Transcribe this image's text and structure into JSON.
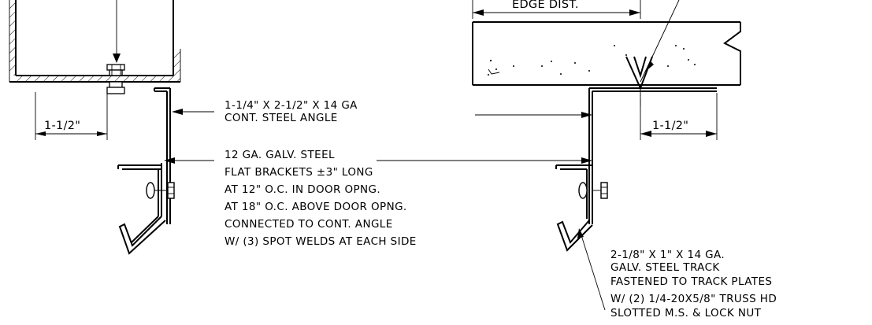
{
  "left_detail": {
    "dim_width": "1-1/2\""
  },
  "right_detail": {
    "dim_top": "EDGE DIST.",
    "dim_width": "1-1/2\""
  },
  "callouts": {
    "angle": [
      "1-1/4\" X 2-1/2\" X 14 GA",
      "CONT. STEEL ANGLE"
    ],
    "brackets": [
      "12 GA. GALV. STEEL",
      "FLAT BRACKETS ±3\" LONG",
      "AT 12\" O.C. IN DOOR OPNG.",
      "AT 18\" O.C. ABOVE DOOR OPNG.",
      "CONNECTED TO CONT. ANGLE",
      "W/ (3) SPOT WELDS AT EACH SIDE"
    ],
    "track": [
      "2-1/8\" X 1\" X 14 GA.",
      "GALV. STEEL TRACK",
      "FASTENED TO TRACK PLATES",
      "W/ (2) 1/4-20X5/8\" TRUSS HD",
      "SLOTTED M.S. & LOCK NUT"
    ]
  }
}
